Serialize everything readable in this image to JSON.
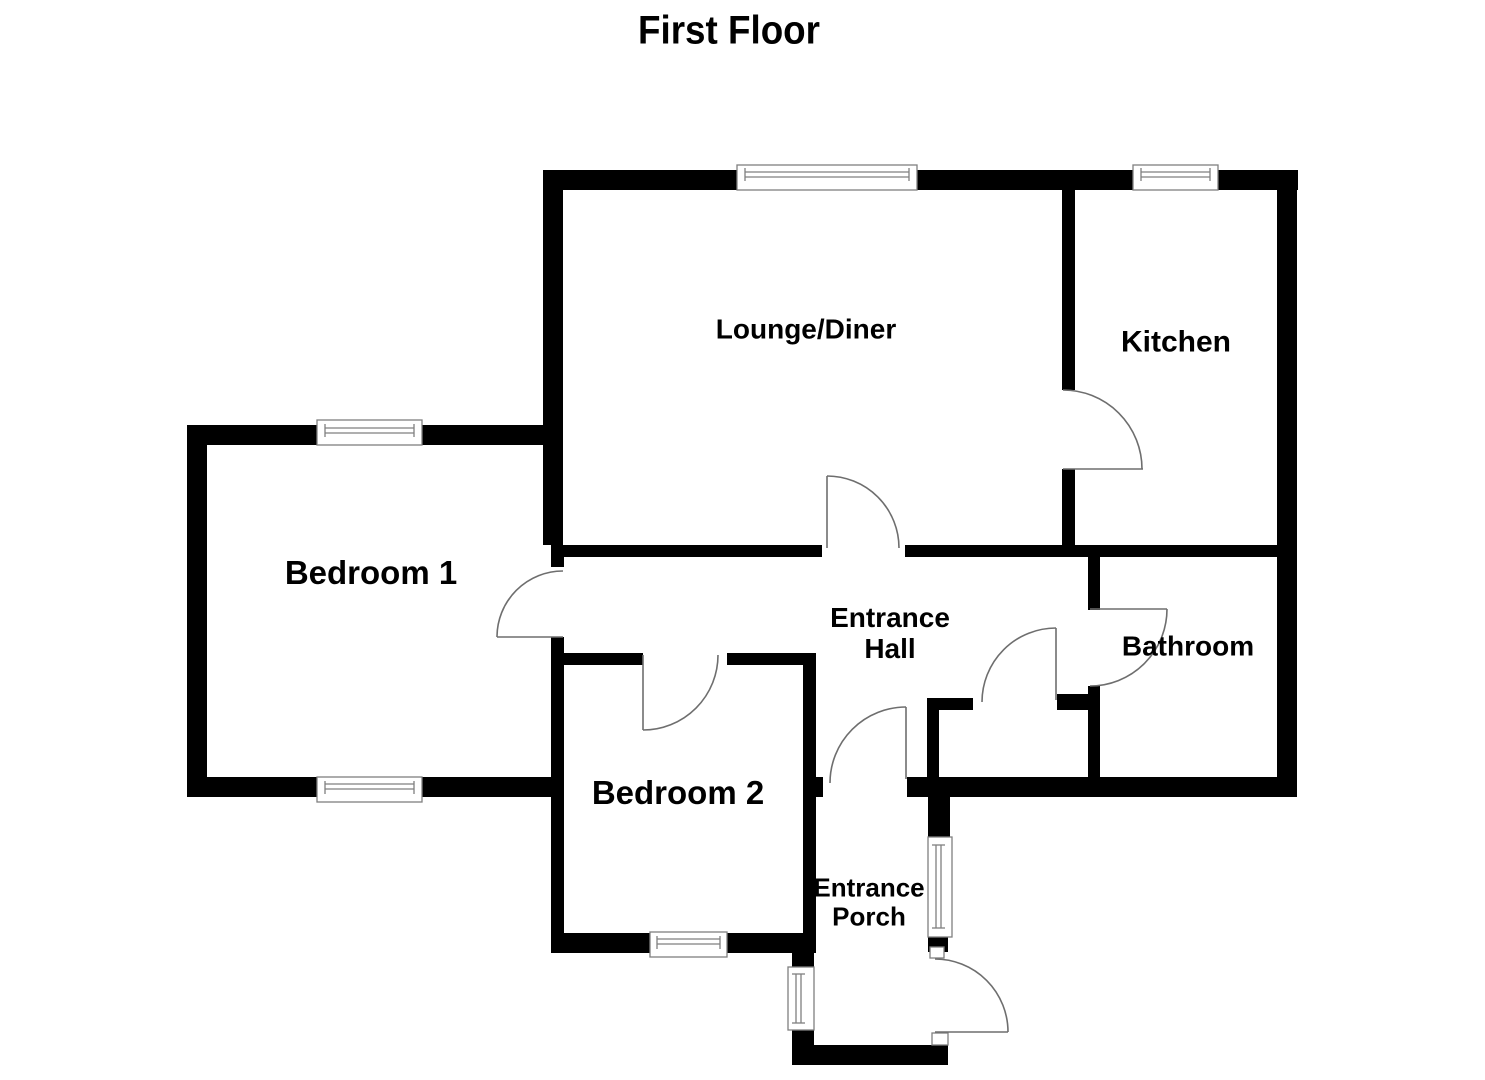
{
  "title": "First Floor",
  "rooms": {
    "lounge": {
      "label": "Lounge/Diner"
    },
    "kitchen": {
      "label": "Kitchen"
    },
    "bedroom1": {
      "label": "Bedroom 1"
    },
    "bedroom2": {
      "label": "Bedroom 2"
    },
    "hall": {
      "label": "Entrance Hall"
    },
    "bathroom": {
      "label": "Bathroom"
    },
    "porch": {
      "label": "Entrance Porch"
    }
  },
  "colors": {
    "wall": "#000000",
    "door_line": "#6e6e6e",
    "window_line": "#7f7f7f",
    "text": "#000000",
    "background": "#ffffff"
  }
}
